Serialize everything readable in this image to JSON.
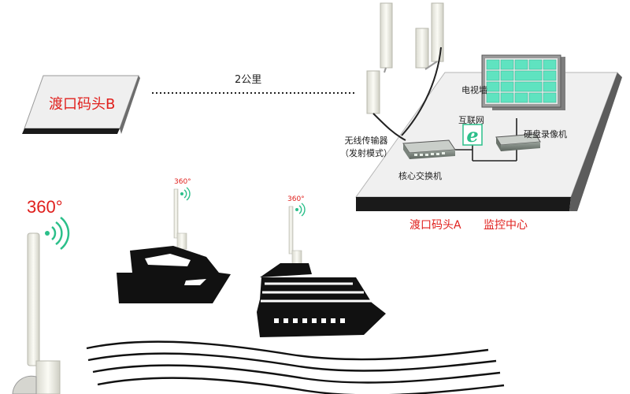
{
  "labels": {
    "pier_b": "渡口码头B",
    "distance": "2公里",
    "tv_wall": "电视墙",
    "internet": "互联网",
    "dvr": "硬盘录像机",
    "transmitter_line1": "无线传输器",
    "transmitter_line2": "（发射模式）",
    "core_switch": "核心交换机",
    "pier_a": "渡口码头A",
    "monitor_center": "监控中心",
    "deg360_large": "360°",
    "deg360_small_1": "360°",
    "deg360_small_2": "360°"
  },
  "colors": {
    "accent_red": "#e0201d",
    "screen_green": "#5fe3c0",
    "signal_green": "#2bbf8a",
    "platform_top": "#f0f0f0",
    "platform_side": "#1a1a1a",
    "ship": "#111111"
  },
  "icons": {
    "internet": "internet-explorer-icon",
    "switch": "network-switch-icon",
    "dvr": "dvr-device-icon",
    "tv_wall": "video-wall-icon",
    "antenna": "panel-antenna-icon",
    "omni": "omni-antenna-icon",
    "yacht": "yacht-icon",
    "cruise": "cruise-ship-icon",
    "waves": "water-waves-icon",
    "signal": "wifi-signal-icon"
  }
}
